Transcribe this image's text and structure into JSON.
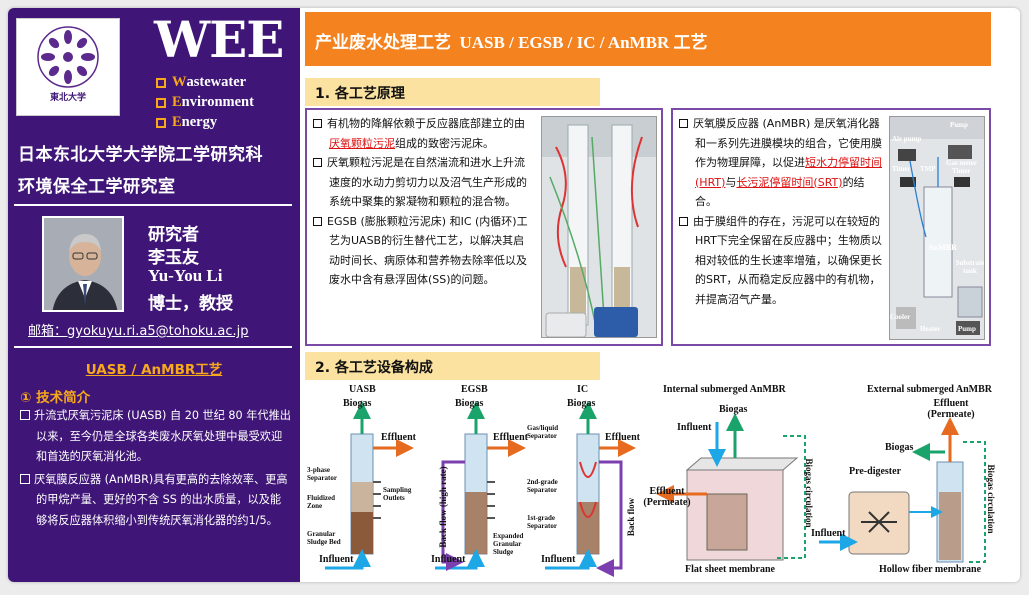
{
  "left": {
    "university": "東北大学",
    "wee": "WEE",
    "wee_lines": [
      {
        "cap": "W",
        "rest": "astewater"
      },
      {
        "cap": "E",
        "rest": "nvironment"
      },
      {
        "cap": "E",
        "rest": "nergy"
      }
    ],
    "lab_line1": "日本东北大学大学院工学研究科",
    "lab_line2": "环境保全工学研究室",
    "person": [
      "研究者",
      "李玉友",
      "Yu-You Li",
      "博士，教授"
    ],
    "email": "邮箱：gyokuyu.ri.a5@tohoku.ac.jp",
    "section_title": "UASB / AnMBR工艺",
    "subsection_title": "① 技术简介",
    "intro": [
      "升流式厌氧污泥床 (UASB) 自 20 世纪 80 年代推出以来，至今仍是全球各类废水厌氧处理中最受欢迎和首选的厌氧消化池。",
      "厌氧膜反应器 (AnMBR)具有更高的去除效率、更高的甲烷产量、更好的不含 SS 的出水质量，以及能够将反应器体积缩小到传统厌氧消化器的约1/5。"
    ]
  },
  "banner": {
    "cn": "产业废水处理工艺",
    "en": "UASB / EGSB / IC / AnMBR 工艺"
  },
  "sec1": {
    "title": "1.  各工艺原理",
    "left_items": [
      {
        "a": "有机物的降解依赖于反应器底部建立的由",
        "red": "厌氧颗粒污泥",
        "b": "组成的致密污泥床。"
      },
      {
        "a": "厌氧颗粒污泥是在自然湍流和进水上升流速度的水动力剪切力以及沼气生产形成的系统中聚集的絮凝物和颗粒的混合物。",
        "red": "",
        "b": ""
      },
      {
        "a": "EGSB (膨胀颗粒污泥床) 和IC (内循环)工艺为UASB的衍生替代工艺，以解决其启动时间长、病原体和营养物去除率低以及废水中含有悬浮固体(SS)的问题。",
        "red": "",
        "b": ""
      }
    ],
    "right_items": [
      {
        "a": "厌氧膜反应器 (AnMBR) 是厌氧消化器和一系列先进膜模块的组合，它使用膜作为物理屏障，以促进",
        "red": "短水力停留时间(HRT)",
        "mid": "与",
        "red2": "长污泥停留时间(SRT)",
        "b": "的结合。"
      },
      {
        "a": "由于膜组件的存在，污泥可以在较短的HRT下完全保留在反应器中；生物质以相对较低的生长速率增殖，以确保更长的SRT，从而稳定反应器中的有机物，并提高沼气产量。"
      }
    ],
    "photo_labels": [
      "Pump",
      "Air pump",
      "Gas meter",
      "Timer",
      "TMP",
      "Timer",
      "AnMBR",
      "Substrate tank",
      "Cooler",
      "Heater",
      "Pump"
    ]
  },
  "sec2": {
    "title": "2.  各工艺设备构成",
    "diagrams": {
      "uasb": {
        "title": "UASB",
        "biogas": "Biogas",
        "effluent": "Effluent",
        "influent": "Influent",
        "labels": [
          "3-phase Separator",
          "Fluidized Zone",
          "Sampling Outlets",
          "Granular Sludge Bed"
        ]
      },
      "egsb": {
        "title": "EGSB",
        "biogas": "Biogas",
        "effluent": "Effluent",
        "influent": "Influent",
        "back": "Back flow (high rate)",
        "labels": [
          "Expanded Granular Sludge"
        ]
      },
      "ic": {
        "title": "IC",
        "biogas": "Biogas",
        "effluent": "Effluent",
        "influent": "Influent",
        "back": "Back flow",
        "labels": [
          "Gas/liquid Separator",
          "2nd-grade Separator",
          "1st-grade Separator"
        ]
      },
      "internal": {
        "title": "Internal submerged AnMBR",
        "biogas": "Biogas",
        "influent": "Influent",
        "effluent": "Effluent (Permeate)",
        "circ": "Biogas circulation",
        "membrane": "Flat sheet membrane"
      },
      "external": {
        "title": "External submerged AnMBR",
        "effluent": "Effluent (Permeate)",
        "biogas": "Biogas",
        "pre": "Pre-digester",
        "influent": "Influent",
        "circ": "Biogas circulation",
        "membrane": "Hollow fiber membrane"
      }
    }
  },
  "colors": {
    "purple": "#3f1677",
    "orange": "#f4831f",
    "gold": "#f7a81b",
    "red": "#dd1111",
    "biogas_green": "#1aa36b",
    "effluent_orange": "#e66a1f",
    "influent_blue": "#1ea7e6"
  }
}
